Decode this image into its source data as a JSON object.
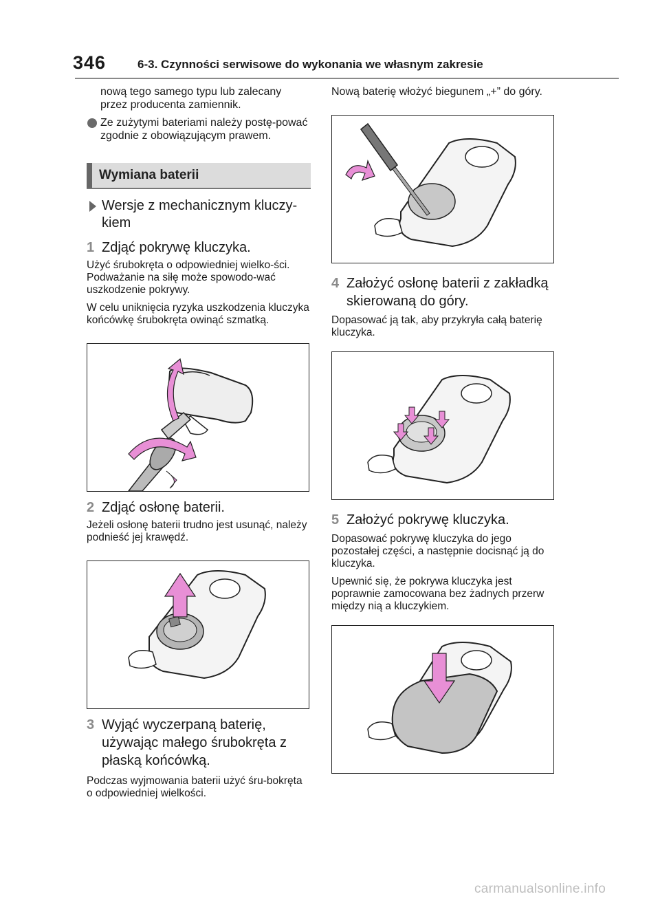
{
  "header": {
    "page_number": "346",
    "section_title": "6-3. Czynności serwisowe do wykonania we własnym zakresie"
  },
  "left": {
    "intro_cont": "nową tego samego typu lub zalecany przez producenta zamiennik.",
    "bullet_text": "Ze zużytymi bateriami należy postę-pować zgodnie z obowiązującym prawem.",
    "heading": "Wymiana baterii",
    "variant": "Wersje z mechanicznym kluczy-kiem",
    "step1": {
      "num": "1",
      "title": "Zdjąć pokrywę kluczyka."
    },
    "step1_p1": "Użyć śrubokręta o odpowiedniej wielko-ści. Podważanie na siłę może spowodo-wać uszkodzenie pokrywy.",
    "step1_p2": "W celu uniknięcia ryzyka uszkodzenia kluczyka końcówkę śrubokręta owinąć szmatką.",
    "step2": {
      "num": "2",
      "title": "Zdjąć osłonę baterii."
    },
    "step2_p1": "Jeżeli osłonę baterii trudno jest usunąć, należy podnieść jej krawędź.",
    "step3": {
      "num": "3",
      "title": "Wyjąć wyczerpaną baterię, używając małego śrubokręta z płaską końcówką."
    },
    "step3_p1": "Podczas wyjmowania baterii użyć śru-bokręta o odpowiedniej wielkości."
  },
  "right": {
    "intro": "Nową baterię włożyć biegunem „+” do góry.",
    "step4": {
      "num": "4",
      "title": "Założyć osłonę baterii z zakładką skierowaną do góry."
    },
    "step4_p1": "Dopasować ją tak, aby przykryła całą baterię kluczyka.",
    "step5": {
      "num": "5",
      "title": "Założyć pokrywę kluczyka."
    },
    "step5_p1": "Dopasować pokrywę kluczyka do jego pozostałej części, a następnie docisnąć ją do kluczyka.",
    "step5_p2": "Upewnić się, że pokrywa kluczyka jest poprawnie zamocowana bez żadnych przerw między nią a kluczykiem."
  },
  "watermark": "carmanualsonline.info",
  "colors": {
    "arrow_pink": "#e88fd6",
    "heading_bg": "#dcdcdc",
    "step_num": "#8a8a8a"
  }
}
